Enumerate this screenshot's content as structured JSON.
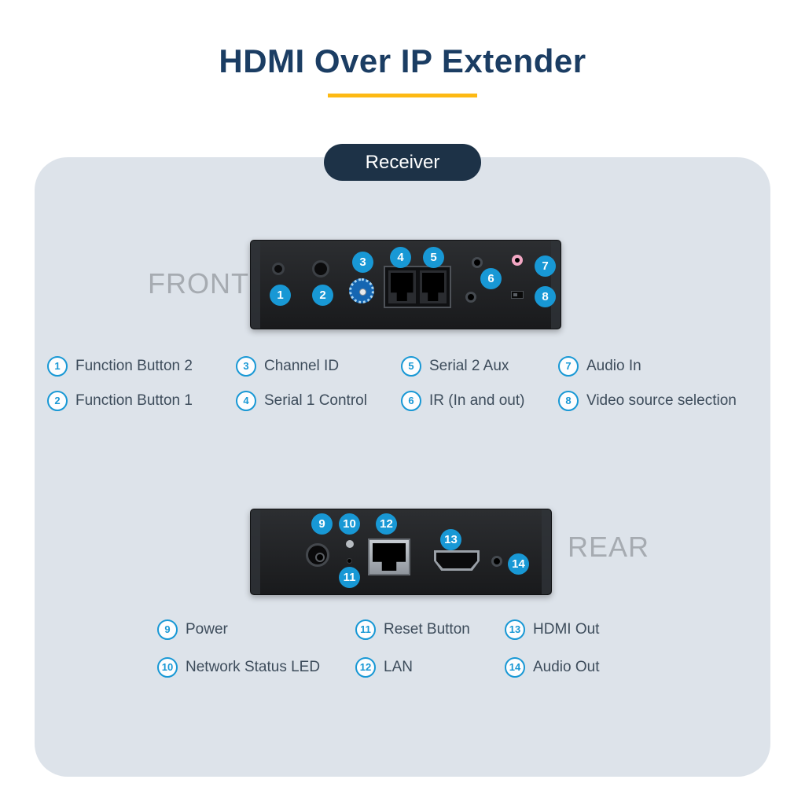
{
  "title": "HDMI Over IP Extender",
  "badge": "Receiver",
  "front": {
    "label": "FRONT",
    "legend": [
      {
        "num": "1",
        "label": "Function Button 2"
      },
      {
        "num": "2",
        "label": "Function Button 1"
      },
      {
        "num": "3",
        "label": "Channel ID"
      },
      {
        "num": "4",
        "label": "Serial 1 Control"
      },
      {
        "num": "5",
        "label": "Serial 2 Aux"
      },
      {
        "num": "6",
        "label": "IR (In and out)"
      },
      {
        "num": "7",
        "label": "Audio In"
      },
      {
        "num": "8",
        "label": "Video source selection"
      }
    ]
  },
  "rear": {
    "label": "REAR",
    "legend": [
      {
        "num": "9",
        "label": "Power"
      },
      {
        "num": "10",
        "label": "Network Status LED"
      },
      {
        "num": "11",
        "label": "Reset Button"
      },
      {
        "num": "12",
        "label": "LAN"
      },
      {
        "num": "13",
        "label": "HDMI Out"
      },
      {
        "num": "14",
        "label": "Audio Out"
      }
    ]
  },
  "colors": {
    "accent_blue": "#1898d5",
    "title_navy": "#1b3d63",
    "badge_navy": "#1d3247",
    "underline_gold": "#fdb913",
    "card_bg": "#dde3ea",
    "audio_in_pink": "#f2a7c3"
  }
}
